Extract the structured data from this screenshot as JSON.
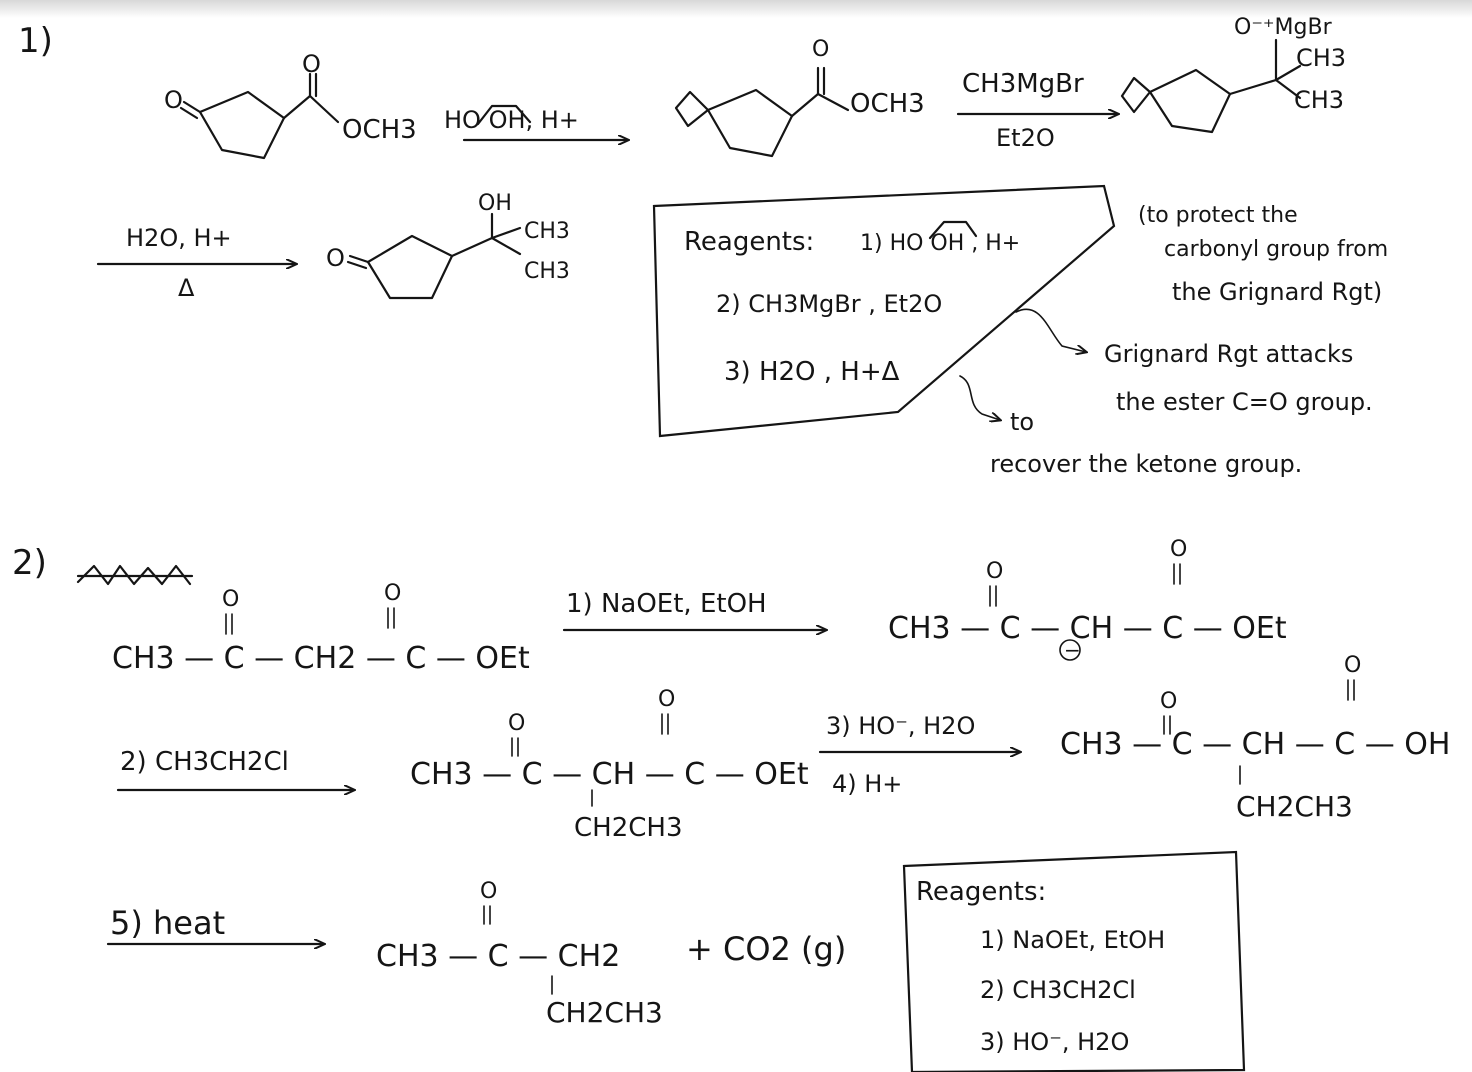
{
  "part1": {
    "number": "1)",
    "reactant": {
      "carbonyl_o": "O",
      "ester_o": "O",
      "ester_group": "OCH3"
    },
    "step1_reagent": {
      "diol": "HO     OH, H+"
    },
    "acetal_intermediate": {
      "carbonyl_o": "O",
      "ester_group": "OCH3"
    },
    "step2_reagent": {
      "top": "CH3MgBr",
      "bottom": "Et2O"
    },
    "grignard_product": {
      "alkoxide": "O⁻⁺MgBr",
      "me1": "CH3",
      "me2": "CH3"
    },
    "step3_reagent": {
      "top": "H2O, H+",
      "bottom": "Δ"
    },
    "final_product": {
      "ketone_o": "O",
      "oh": "OH",
      "me1": "CH3",
      "me2": "CH3"
    },
    "reagents_box": {
      "title": "Reagents:",
      "line1": "1)  HO     OH ,  H+",
      "line2": "2)  CH3MgBr ,  Et2O",
      "line3": "3)  H2O ,  H+Δ"
    },
    "notes": {
      "protect": [
        "(to protect the",
        "carbonyl group from",
        "the Grignard Rgt)"
      ],
      "attack": [
        "Grignard Rgt attacks",
        "the ester C=O group."
      ],
      "recover": [
        "to",
        "recover the ketone group."
      ]
    }
  },
  "part2": {
    "number": "2)",
    "reactant": "CH3 — C — CH2 — C — OEt",
    "reactant_o1": "O",
    "reactant_o2": "O",
    "step1_reagent": "1) NaOEt, EtOH",
    "enolate": "CH3 — C — CH — C — OEt",
    "enolate_o1": "O",
    "enolate_o2": "O",
    "enolate_charge": "−",
    "step2_reagent": "2) CH3CH2Cl",
    "alkylated": "CH3 — C — CH — C — OEt",
    "alkylated_o1": "O",
    "alkylated_o2": "O",
    "alkylated_sub": "CH2CH3",
    "step34_reagent_top": "3) HO⁻, H2O",
    "step34_reagent_bottom": "4)  H+",
    "acid": "CH3 — C — CH — C — OH",
    "acid_o1": "O",
    "acid_o2": "O",
    "acid_sub": "CH2CH3",
    "step5_reagent": "5) heat",
    "ketone": "CH3 — C — CH2",
    "ketone_o": "O",
    "ketone_sub": "CH2CH3",
    "byproduct": "+ CO2 (g)",
    "reagents_box": {
      "title": "Reagents:",
      "line1": "1) NaOEt, EtOH",
      "line2": "2) CH3CH2Cl",
      "line3": "3) HO⁻, H2O"
    }
  }
}
